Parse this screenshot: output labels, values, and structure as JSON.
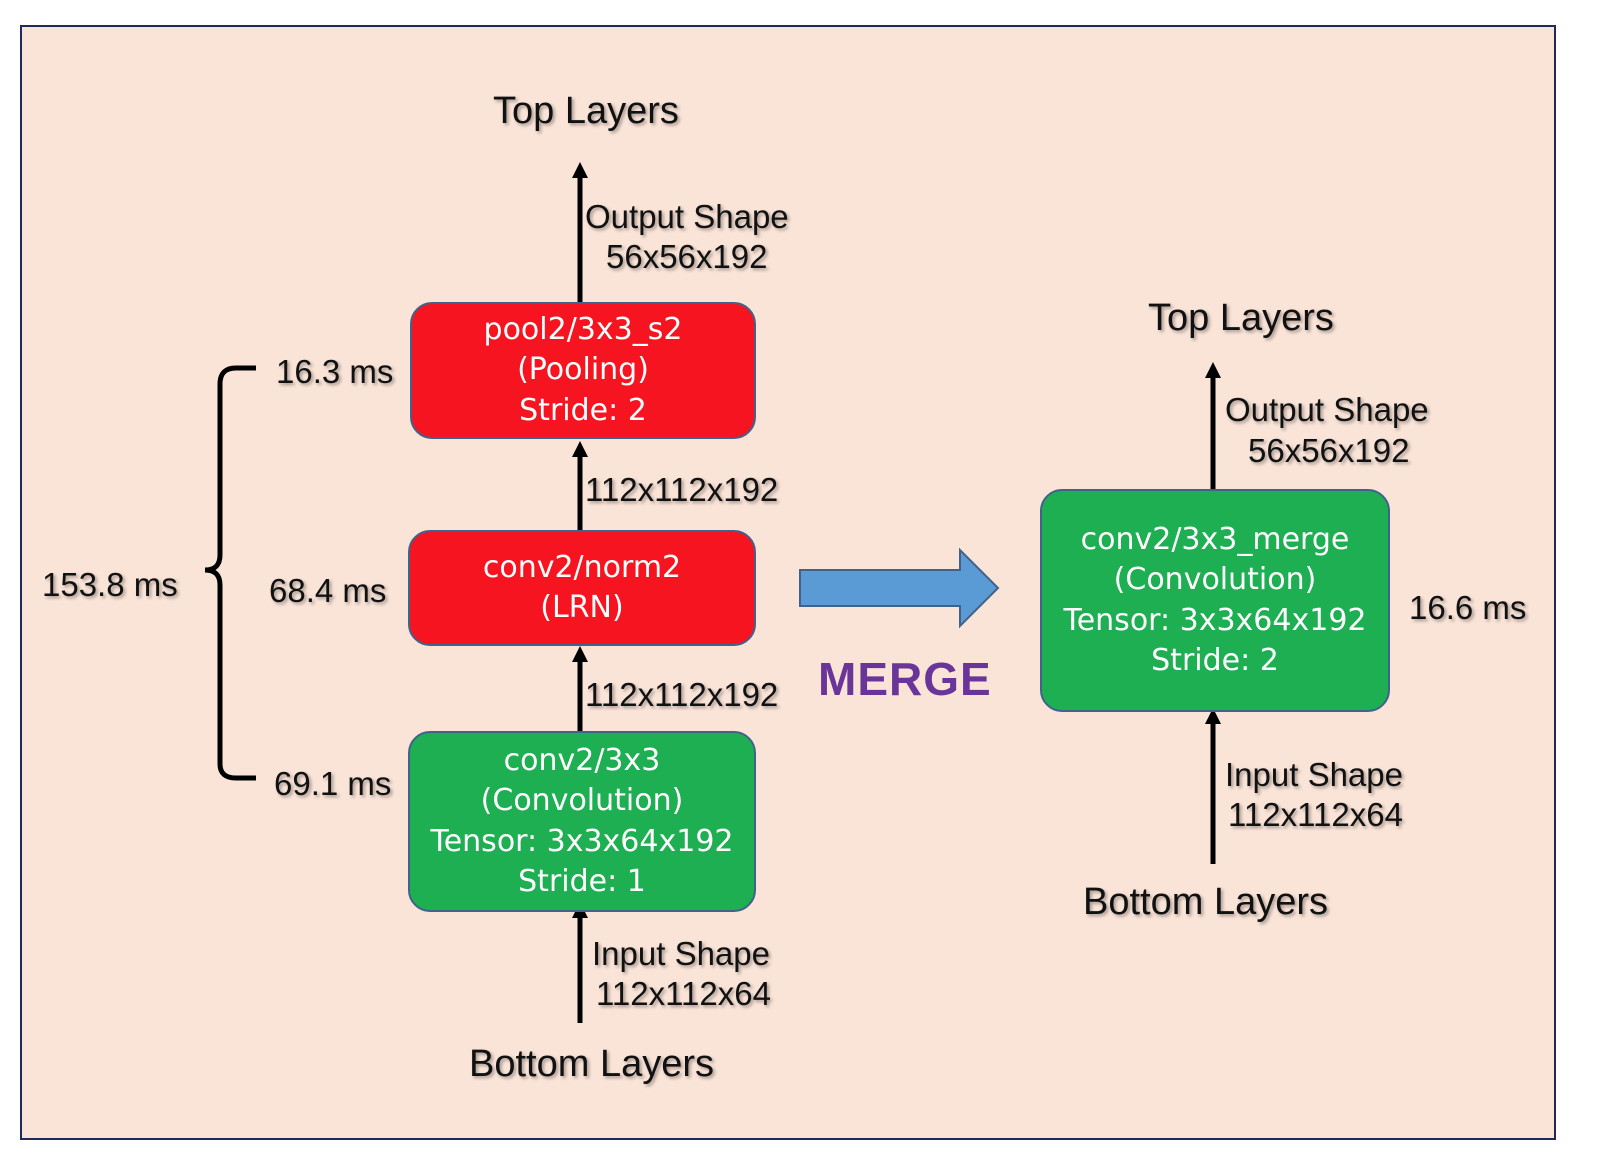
{
  "left": {
    "top_label": "Top Layers",
    "bottom_label": "Bottom Layers",
    "output_shape": {
      "title": "Output Shape",
      "value": "56x56x192"
    },
    "input_shape": {
      "title": "Input Shape",
      "value": "112x112x64"
    },
    "edge_shapes": [
      "112x112x192",
      "112x112x192"
    ],
    "total_time": "153.8 ms",
    "layers": [
      {
        "lines": [
          "pool2/3x3_s2",
          "(Pooling)",
          "Stride: 2"
        ],
        "time": "16.3 ms",
        "color": "#f5141f"
      },
      {
        "lines": [
          "conv2/norm2",
          "(LRN)"
        ],
        "time": "68.4 ms",
        "color": "#f5141f"
      },
      {
        "lines": [
          "conv2/3x3",
          "(Convolution)",
          "Tensor: 3x3x64x192",
          "Stride: 1"
        ],
        "time": "69.1 ms",
        "color": "#1daf52"
      }
    ]
  },
  "merge_label": "MERGE",
  "right": {
    "top_label": "Top Layers",
    "bottom_label": "Bottom Layers",
    "output_shape": {
      "title": "Output Shape",
      "value": "56x56x192"
    },
    "input_shape": {
      "title": "Input Shape",
      "value": "112x112x64"
    },
    "layer": {
      "lines": [
        "conv2/3x3_merge",
        "(Convolution)",
        "Tensor: 3x3x64x192",
        "Stride: 2"
      ],
      "time": "16.6 ms",
      "color": "#1daf52"
    }
  },
  "colors": {
    "background": "#fae4d8",
    "border": "#1f2a5a",
    "merge_arrow": "#5b9bd5",
    "merge_text": "#6a3599"
  }
}
